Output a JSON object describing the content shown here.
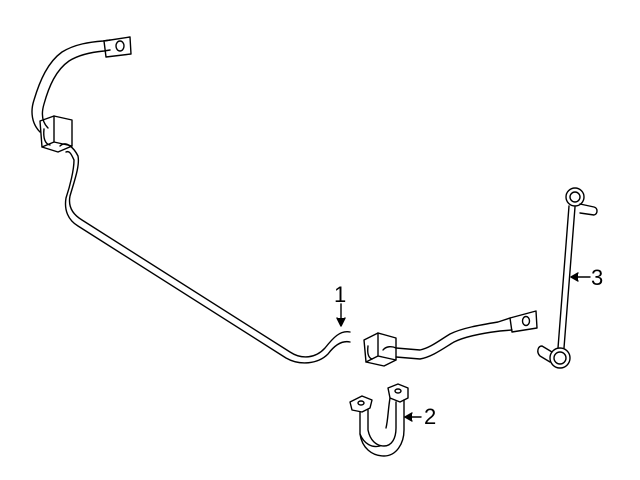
{
  "diagram": {
    "background": "#ffffff",
    "line_color": "#000000",
    "parts": [
      {
        "number": "1",
        "description": "stabilizer bar"
      },
      {
        "number": "2",
        "description": "bushing"
      },
      {
        "number": "3",
        "description": "stabilizer link"
      }
    ],
    "callouts": {
      "c1": "1",
      "c2": "2",
      "c3": "3"
    }
  }
}
